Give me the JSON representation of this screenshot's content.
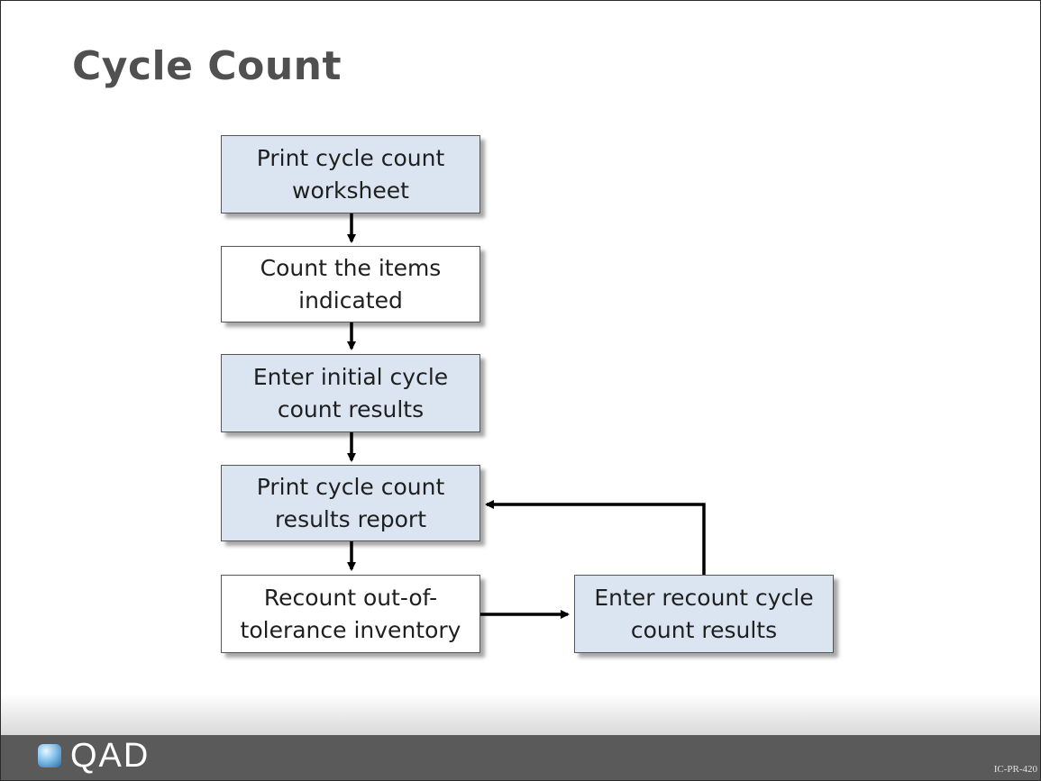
{
  "slide": {
    "title": "Cycle Count",
    "footer_code": "IC-PR-420"
  },
  "logo": {
    "text": "QAD",
    "icon": "qad-logo-icon"
  },
  "flowchart": {
    "steps": [
      {
        "id": "print-worksheet",
        "lines": [
          "Print cycle count",
          "worksheet"
        ],
        "fill": "#dbe5f1"
      },
      {
        "id": "count-items",
        "lines": [
          "Count the items",
          "indicated"
        ],
        "fill": "#ffffff"
      },
      {
        "id": "enter-initial",
        "lines": [
          "Enter initial cycle",
          "count results"
        ],
        "fill": "#dbe5f1"
      },
      {
        "id": "print-results",
        "lines": [
          "Print cycle count",
          "results report"
        ],
        "fill": "#dbe5f1"
      },
      {
        "id": "recount",
        "lines": [
          "Recount out-of-",
          "tolerance inventory"
        ],
        "fill": "#ffffff"
      },
      {
        "id": "enter-recount",
        "lines": [
          "Enter recount cycle",
          "count results"
        ],
        "fill": "#dbe5f1"
      }
    ],
    "edges": [
      {
        "from": "print-worksheet",
        "to": "count-items"
      },
      {
        "from": "count-items",
        "to": "enter-initial"
      },
      {
        "from": "enter-initial",
        "to": "print-results"
      },
      {
        "from": "print-results",
        "to": "recount"
      },
      {
        "from": "recount",
        "to": "enter-recount"
      },
      {
        "from": "enter-recount",
        "to": "print-results"
      }
    ]
  },
  "colors": {
    "box_blue": "#dbe5f1",
    "box_white": "#ffffff",
    "footer": "#5a5a5a",
    "title": "#505050"
  }
}
